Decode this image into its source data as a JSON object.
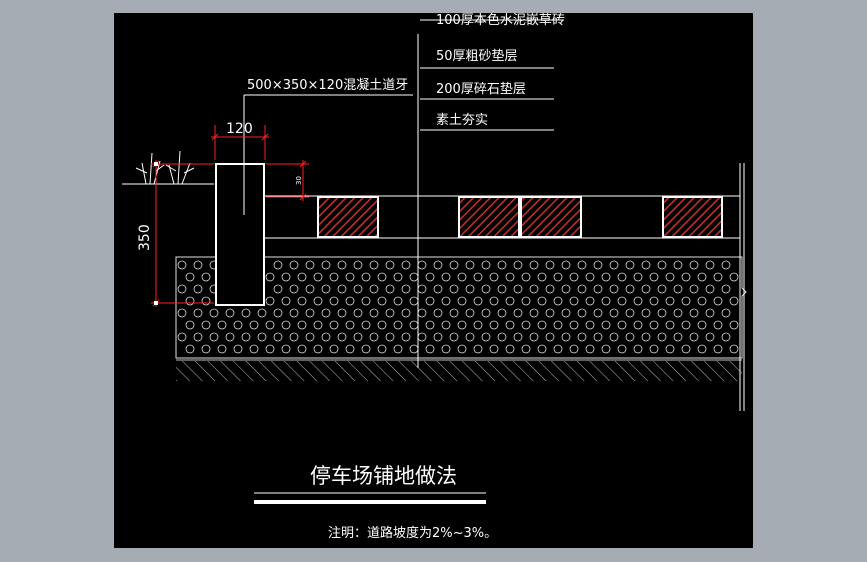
{
  "labels": {
    "layer1": "100厚本色水泥嵌草砖",
    "layer2": "50厚粗砂垫层",
    "layer3": "200厚碎石垫层",
    "layer4": "素土夯实",
    "curb": "500×350×120混凝土道牙",
    "dim_width": "120",
    "dim_height": "350",
    "dim_small": "30"
  },
  "title": "停车场铺地做法",
  "note": "注明：道路坡度为2%~3%。",
  "colors": {
    "background": "#a5acb4",
    "canvas": "#000000",
    "line": "#ffffff",
    "dimension": "#ff2020",
    "hatch": "#c83030"
  }
}
